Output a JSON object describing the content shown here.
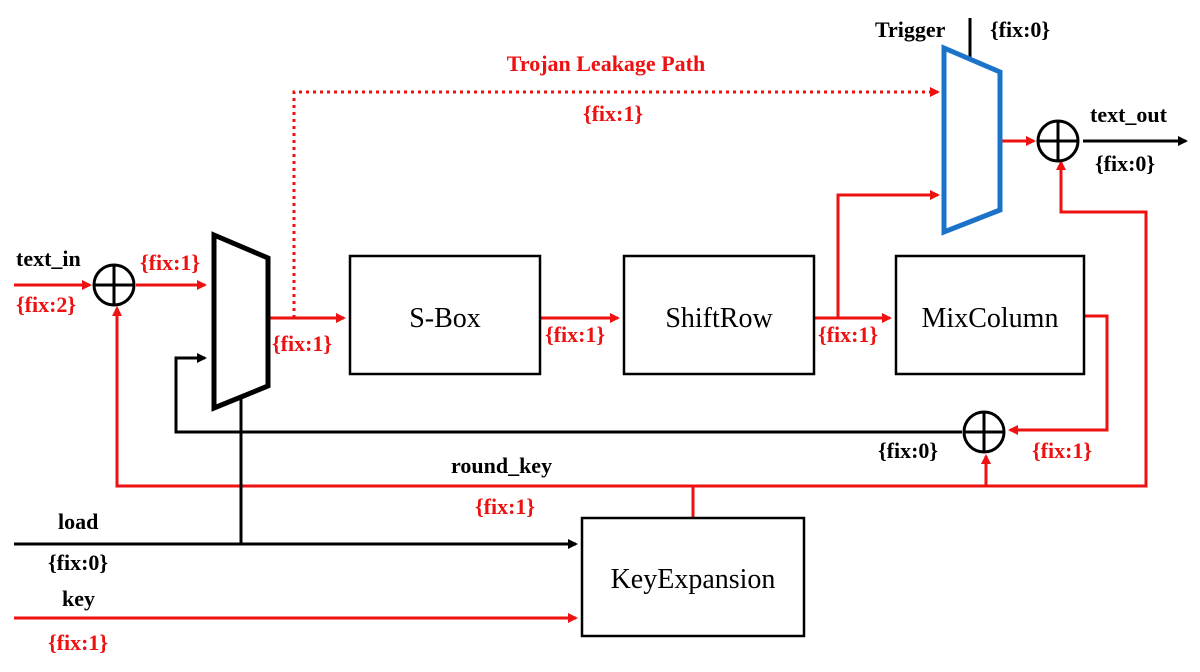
{
  "blocks": {
    "sbox": "S-Box",
    "shiftrow": "ShiftRow",
    "mixcolumn": "MixColumn",
    "keyexpansion": "KeyExpansion"
  },
  "signals": {
    "text_in": "text_in",
    "text_out": "text_out",
    "trigger": "Trigger",
    "round_key": "round_key",
    "load": "load",
    "key": "key"
  },
  "trojan_path_label": "Trojan Leakage Path",
  "annotations": {
    "text_in_fix": "{fix:2}",
    "after_xor_in_fix": "{fix:1}",
    "mux_out_fix": "{fix:1}",
    "trojan_path_fix": "{fix:1}",
    "sbox_out_fix": "{fix:1}",
    "shiftrow_out_fix": "{fix:1}",
    "mixcolumn_out_fix": "{fix:1}",
    "feedback_xor_fix": "{fix:0}",
    "round_key_fix": "{fix:1}",
    "load_fix": "{fix:0}",
    "key_fix": "{fix:1}",
    "trigger_fix": "{fix:0}",
    "text_out_fix": "{fix:0}"
  },
  "colors": {
    "tainted": "#ee1111",
    "untainted": "#000000",
    "trojan_mux": "#1a73c8"
  }
}
